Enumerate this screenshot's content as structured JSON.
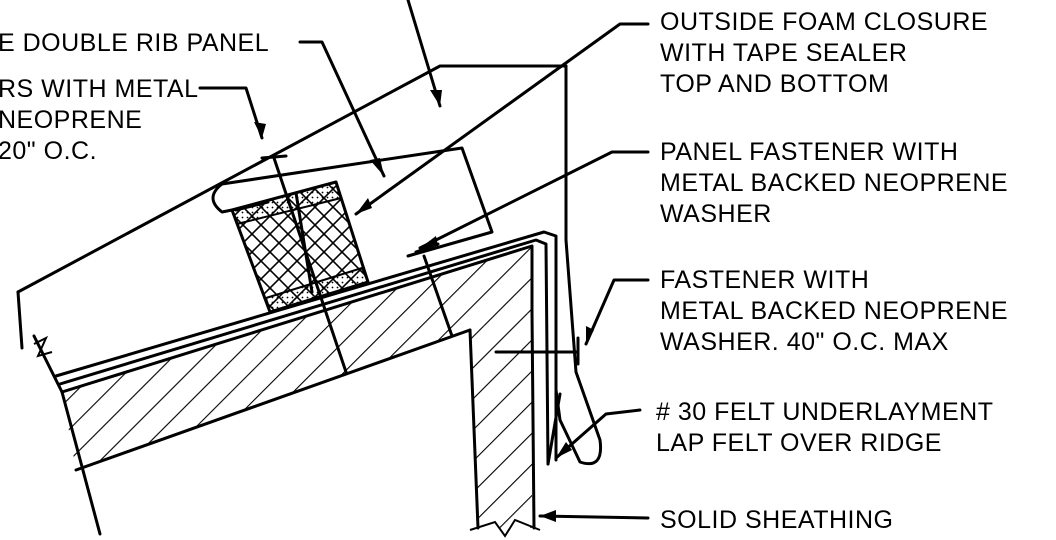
{
  "labels": {
    "panel": "E DOUBLE RIB PANEL",
    "fasteners_line1": "RS WITH METAL",
    "fasteners_line2": "NEOPRENE",
    "fasteners_line3": "20\" O.C.",
    "foam_line1": "OUTSIDE FOAM CLOSURE",
    "foam_line2": "WITH TAPE SEALER",
    "foam_line3": "TOP AND BOTTOM",
    "panel_fastener_line1": "PANEL FASTENER WITH",
    "panel_fastener_line2": "METAL BACKED NEOPRENE",
    "panel_fastener_line3": "WASHER",
    "fastener_line1": "FASTENER WITH",
    "fastener_line2": "METAL BACKED NEOPRENE",
    "fastener_line3": "WASHER. 40\" O.C. MAX",
    "felt_line1": "# 30 FELT UNDERLAYMENT",
    "felt_line2": "LAP FELT OVER RIDGE",
    "sheathing": "SOLID SHEATHING"
  },
  "colors": {
    "ink": "#000000",
    "paper": "#ffffff"
  }
}
